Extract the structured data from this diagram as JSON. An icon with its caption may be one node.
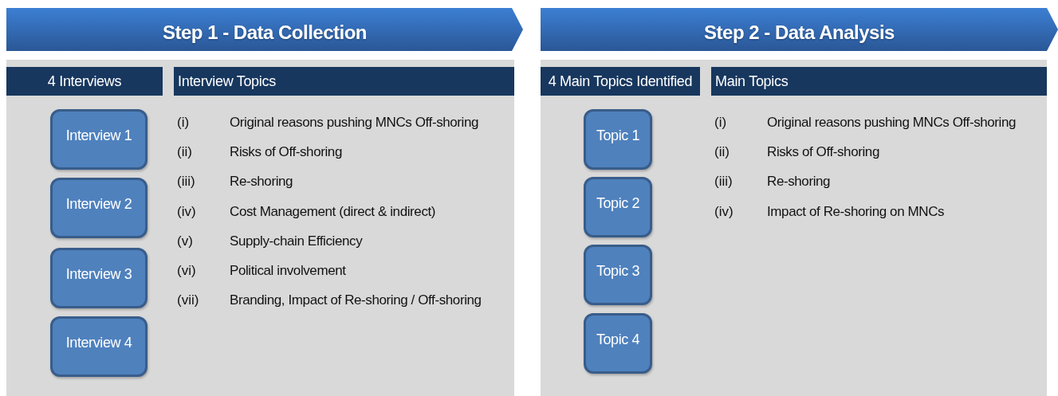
{
  "diagram": {
    "nodes": [
      {
        "text": [
          "Step 1 - Data Collection"
        ]
      },
      {
        "text": [],
        "shape": "box"
      },
      {
        "text": [
          "4 Interviews"
        ],
        "in": 1
      },
      {
        "text": [
          "Interview Topics"
        ],
        "in": 1
      },
      {
        "text": [
          "Interview 1"
        ],
        "in": 1
      },
      {
        "text": [
          "Interview 2"
        ],
        "in": 1
      },
      {
        "text": [
          "Interview 3"
        ],
        "in": 1
      },
      {
        "text": [
          "Interview 4"
        ],
        "in": 1
      },
      {
        "text": [
          "Step 2 - Data Analysis"
        ]
      },
      {
        "text": [],
        "shape": "box"
      },
      {
        "text": [
          "4 Main Topics Identified"
        ],
        "in": 9
      },
      {
        "text": [
          "Main Topics"
        ],
        "in": 9
      },
      {
        "text": [
          "Topic 1"
        ],
        "in": 9
      },
      {
        "text": [
          "Topic 2"
        ],
        "in": 9
      },
      {
        "text": [
          "Topic 3"
        ],
        "in": 9
      },
      {
        "text": [
          "Topic 4"
        ],
        "in": 9
      }
    ],
    "edges": [],
    "labels": [
      "(i)",
      "Original reasons pushing MNCs Off-shoring",
      "(ii)",
      "Risks of Off-shoring",
      "(iii)",
      "Re-shoring",
      "(iv)",
      "Cost Management (direct & indirect)",
      "(v)",
      "Supply-chain Efficiency",
      "(vi)",
      "Political involvement",
      "(vii)",
      "Branding, Impact of Re-shoring / Off-shoring",
      "(i)",
      "Original reasons pushing MNCs Off-shoring",
      "(ii)",
      "Risks of Off-shoring",
      "(iii)",
      "Re-shoring",
      "(iv)",
      "Impact of Re-shoring on MNCs"
    ]
  }
}
